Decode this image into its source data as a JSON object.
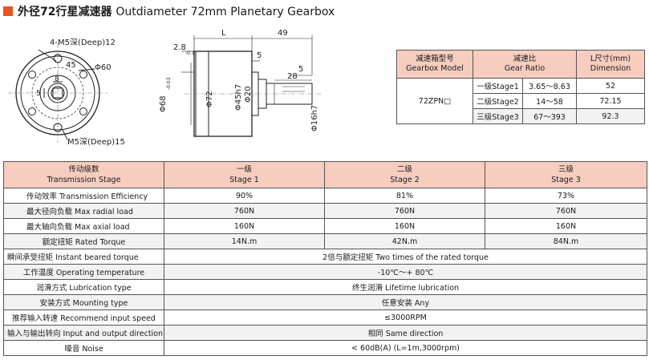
{
  "title": {
    "cn": "外径72行星减速器",
    "en": "Outdiameter 72mm Planetary Gearbox"
  },
  "drawing": {
    "front": {
      "label_holes_top": "4-M5深(Deep)12",
      "label_45": "45",
      "label_phi60": "Φ60",
      "label_8": "8",
      "label_5": "5",
      "label_holes_bottom": "M5深(Deep)15"
    },
    "side": {
      "label_L": "L",
      "label_49": "49",
      "label_5a": "5",
      "label_5b": "5",
      "label_28": "28",
      "label_2_8": "2.8",
      "label_2_8_tol": "-0.1",
      "label_phi68": "Φ68",
      "label_phi68_tol": "-0.03",
      "label_phi72": "Φ72",
      "label_phi45h7": "Φ45h7",
      "label_phi20": "Φ20",
      "label_phi16h7": "Φ16h7"
    }
  },
  "ratio_table": {
    "headers": {
      "model_cn": "减速箱型号",
      "model_en": "Gearbox Model",
      "ratio_cn": "减速比",
      "ratio_en": "Gear Ratio",
      "length_cn": "L尺寸(mm)",
      "length_en": "Dimension"
    },
    "model": "72ZPN□",
    "rows": [
      {
        "stage": "一级Stage1",
        "ratio": "3.65～8.63",
        "length": "52"
      },
      {
        "stage": "二级Stage2",
        "ratio": "14～58",
        "length": "72.15"
      },
      {
        "stage": "三级Stage3",
        "ratio": "67～393",
        "length": "92.3"
      }
    ]
  },
  "spec_table": {
    "header": {
      "label_cn": "传动级数",
      "label_en": "Transmission Stage",
      "s1_cn": "一级",
      "s1_en": "Stage 1",
      "s2_cn": "二级",
      "s2_en": "Stage 2",
      "s3_cn": "三级",
      "s3_en": "Stage 3"
    },
    "efficiency": {
      "label": "传动效率 Transmission Efficiency",
      "v1": "90%",
      "v2": "81%",
      "v3": "73%"
    },
    "radial": {
      "label": "最大径向负载 Max radial load",
      "v1": "760N",
      "v2": "760N",
      "v3": "760N"
    },
    "axial": {
      "label": "最大轴向负载 Max axial load",
      "v1": "160N",
      "v2": "160N",
      "v3": "160N"
    },
    "torque": {
      "label": "额定扭矩 Rated Torque",
      "v1": "14N.m",
      "v2": "42N.m",
      "v3": "84N.m"
    },
    "instant": {
      "label": "瞬间承受扭矩 Instant beared torque",
      "value": "2倍与额定扭矩 Two times of the rated torque"
    },
    "temp": {
      "label": "工作温度 Operating temperature",
      "value": "-10℃～+ 80℃"
    },
    "lube": {
      "label": "润滑方式 Lubrication type",
      "value": "终生润滑 Lifetime lubrication"
    },
    "mount": {
      "label": "安装方式 Mounting type",
      "value": "任意安装 Any"
    },
    "speed": {
      "label": "推荐输入转速 Recommend input speed",
      "value": "≤3000RPM"
    },
    "direction": {
      "label": "输入与输出转向 Input and output direction",
      "value": "相同 Same direction"
    },
    "noise": {
      "label": "噪音 Noise",
      "value": "< 60dB(A) (L=1m,3000rpm)"
    }
  }
}
